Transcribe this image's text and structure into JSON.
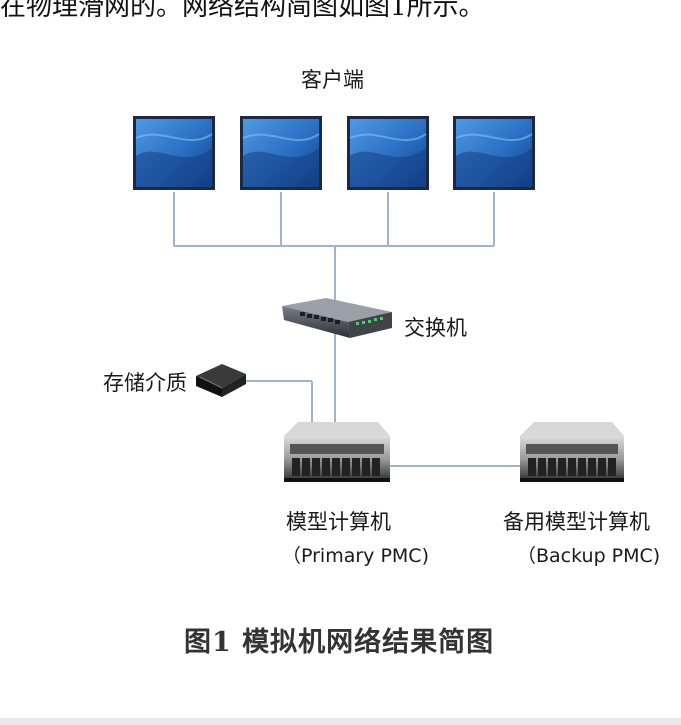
{
  "page": {
    "top_text": "在物理滑网的。网络结构简图如图1所示。"
  },
  "diagram": {
    "clients_label": "客户端",
    "switch_label": "交换机",
    "storage_label": "存储介质",
    "primary_label": "模型计算机",
    "primary_sub": "（Primary PMC)",
    "backup_label": "备用模型计算机",
    "backup_sub": "（Backup PMC)"
  },
  "caption": {
    "text": "图1  模拟机网络结果简图"
  },
  "colors": {
    "line": "#9fb4cc",
    "monitor_frame": "#1b2a44",
    "screen": "#2f73c6"
  }
}
